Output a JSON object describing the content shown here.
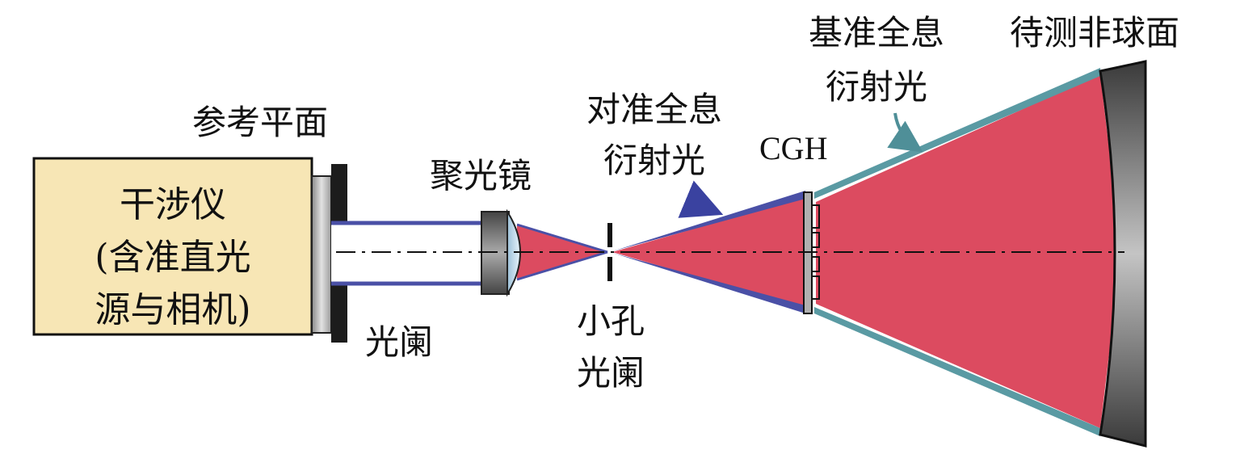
{
  "labels": {
    "interferometer": [
      "干涉仪",
      "(含准直光",
      "源与相机)"
    ],
    "reference_flat": "参考平面",
    "aperture_stop": "光阑",
    "condenser": "聚光镜",
    "alignment_cgh": [
      "对准全息",
      "衍射光"
    ],
    "pinhole": [
      "小孔",
      "光阑"
    ],
    "cgh": "CGH",
    "reference_cgh": [
      "基准全息",
      "衍射光"
    ],
    "asphere": "待测非球面"
  },
  "colors": {
    "interferometer_fill": "#f7e6b5",
    "beam": "#dc4b60",
    "blue_beam": "#4a50a6",
    "teal_beam": "#5a9aa3",
    "metal_dark": "#2a2a2a",
    "metal_light": "#b8b8b8"
  }
}
